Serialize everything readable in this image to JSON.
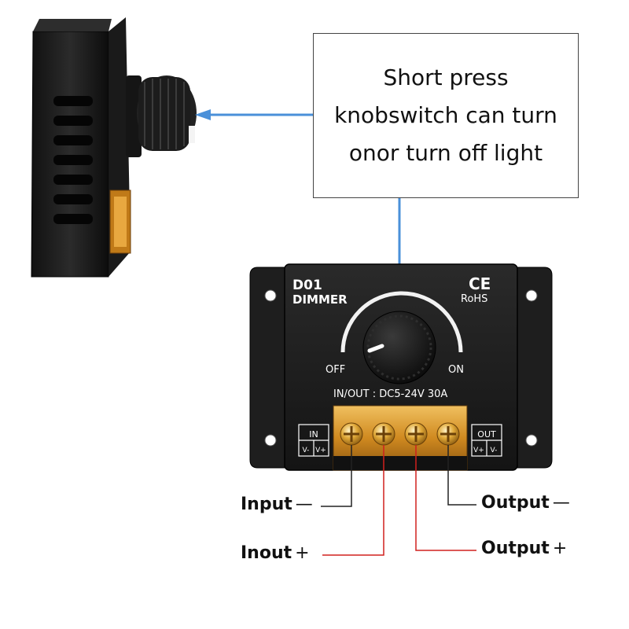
{
  "callout": {
    "line1": "Short press",
    "line2": "knobswitch can turn",
    "line3": "onor turn off light"
  },
  "device": {
    "model": "D01",
    "name": "DIMMER",
    "ce_mark": "CE",
    "rohs_mark": "RoHS",
    "off_label": "OFF",
    "on_label": "ON",
    "spec_label": "IN/OUT : DC5-24V 30A",
    "in_label": "IN",
    "in_neg": "V-",
    "in_pos": "V+",
    "out_label": "OUT",
    "out_pos": "V+",
    "out_neg": "V-"
  },
  "labels": {
    "input_neg": {
      "text": "Input",
      "sym": "—"
    },
    "input_pos": {
      "text": "Inout",
      "sym": "+"
    },
    "output_neg": {
      "text": "Output",
      "sym": "—"
    },
    "output_pos": {
      "text": "Output",
      "sym": "+"
    }
  },
  "colors": {
    "arrow": "#4a90d9",
    "wire_red": "#d0201e",
    "wire_black": "#222222",
    "terminal_gold": "#d89a2a",
    "device_body": "#1c1c1c"
  }
}
